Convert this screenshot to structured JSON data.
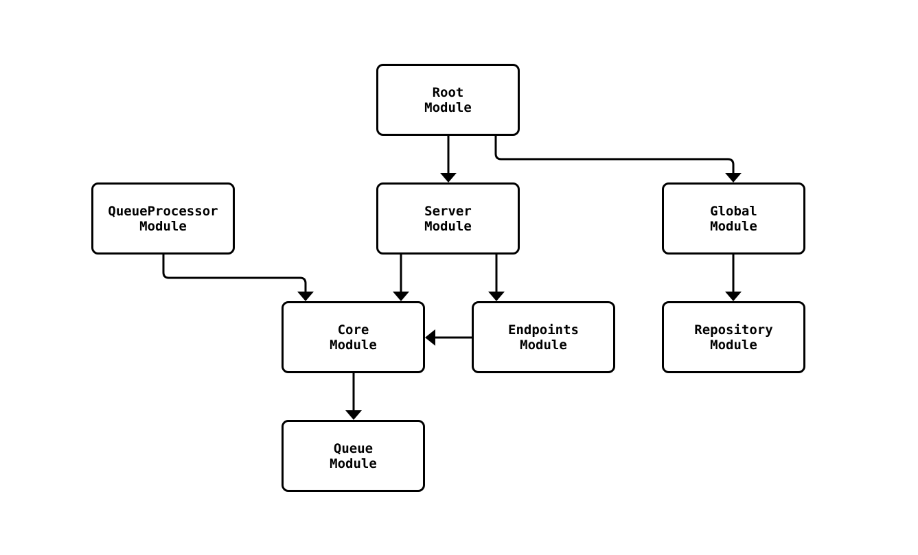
{
  "diagram": {
    "type": "module-dependency-graph",
    "nodes": [
      {
        "id": "root",
        "label": "Root\nModule"
      },
      {
        "id": "server",
        "label": "Server\nModule"
      },
      {
        "id": "global",
        "label": "Global\nModule"
      },
      {
        "id": "queueprocessor",
        "label": "QueueProcessor\nModule"
      },
      {
        "id": "core",
        "label": "Core\nModule"
      },
      {
        "id": "endpoints",
        "label": "Endpoints\nModule"
      },
      {
        "id": "repository",
        "label": "Repository\nModule"
      },
      {
        "id": "queue",
        "label": "Queue\nModule"
      }
    ],
    "edges": [
      {
        "from": "Root Module",
        "to": "Server Module"
      },
      {
        "from": "Root Module",
        "to": "Global Module"
      },
      {
        "from": "QueueProcessor Module",
        "to": "Core Module"
      },
      {
        "from": "Server Module",
        "to": "Core Module"
      },
      {
        "from": "Server Module",
        "to": "Endpoints Module"
      },
      {
        "from": "Endpoints Module",
        "to": "Core Module"
      },
      {
        "from": "Global Module",
        "to": "Repository Module"
      },
      {
        "from": "Core Module",
        "to": "Queue Module"
      }
    ],
    "colors": {
      "background": "#ffffff",
      "node_fill": "#ffffff",
      "node_border": "#000000",
      "edge": "#000000",
      "text": "#000000"
    }
  }
}
